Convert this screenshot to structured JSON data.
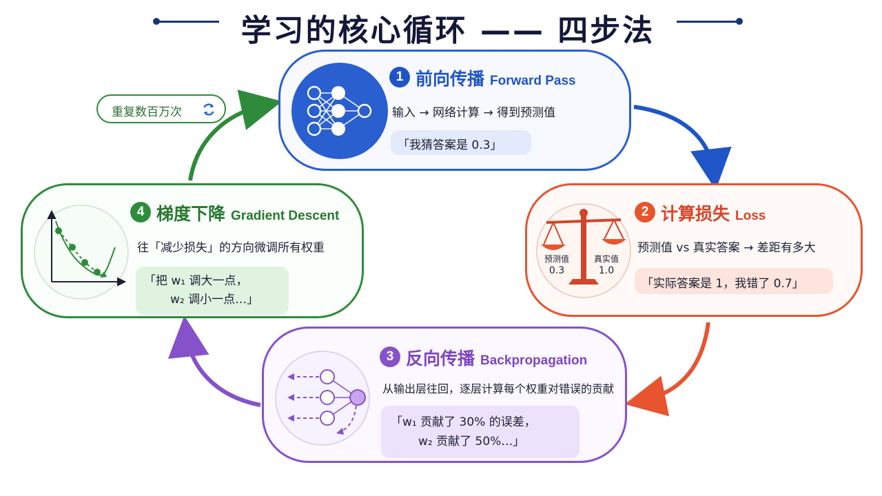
{
  "title": "学习的核心循环 —— 四步法",
  "colors": {
    "title": "#13183a",
    "blue": "#2a5fcf",
    "red": "#e8542f",
    "purple": "#8652c9",
    "green": "#2f8b3c"
  },
  "repeat_badge": {
    "label": "重复数百万次",
    "icon": "refresh-icon"
  },
  "steps": [
    {
      "number": "1",
      "title_zh": "前向传播",
      "title_en": "Forward Pass",
      "description": "输入 → 网络计算 → 得到预测值",
      "quote": "「我猜答案是 0.3」",
      "icon": "neural-network-icon"
    },
    {
      "number": "2",
      "title_zh": "计算损失",
      "title_en": "Loss",
      "description": "预测值 vs 真实答案 → 差距有多大",
      "quote": "「实际答案是 1，我错了 0.7」",
      "icon": "balance-scale-icon",
      "scale": {
        "left_label": "预测值",
        "left_value": "0.3",
        "right_label": "真实值",
        "right_value": "1.0"
      }
    },
    {
      "number": "3",
      "title_zh": "反向传播",
      "title_en": "Backpropagation",
      "description": "从输出层往回，逐层计算每个权重对错误的贡献",
      "quote_line1": "「w₁ 贡献了 30% 的误差，",
      "quote_line2": "w₂ 贡献了 50%…」",
      "icon": "backprop-network-icon"
    },
    {
      "number": "4",
      "title_zh": "梯度下降",
      "title_en": "Gradient Descent",
      "description": "往「减少损失」的方向微调所有权重",
      "quote_line1": "「把 w₁ 调大一点，",
      "quote_line2": "w₂ 调小一点…」",
      "icon": "descent-curve-icon"
    }
  ]
}
